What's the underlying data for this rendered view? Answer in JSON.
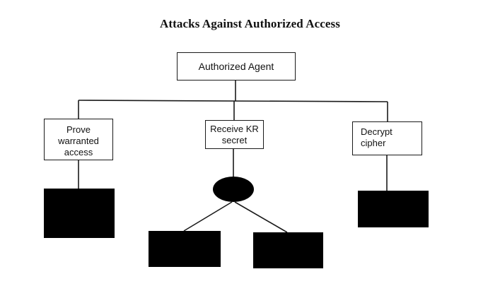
{
  "title": "Attacks Against Authorized Access",
  "root": {
    "label": "Authorized Agent"
  },
  "children": [
    {
      "id": "prove",
      "lines": [
        "Prove",
        "warranted",
        "access"
      ]
    },
    {
      "id": "receive",
      "lines": [
        "Receive KR",
        "secret"
      ]
    },
    {
      "id": "decrypt",
      "lines": [
        "Decrypt",
        "cipher"
      ]
    }
  ],
  "colors": {
    "line": "#1a1a1a",
    "redacted": "#000000",
    "background": "#ffffff"
  }
}
